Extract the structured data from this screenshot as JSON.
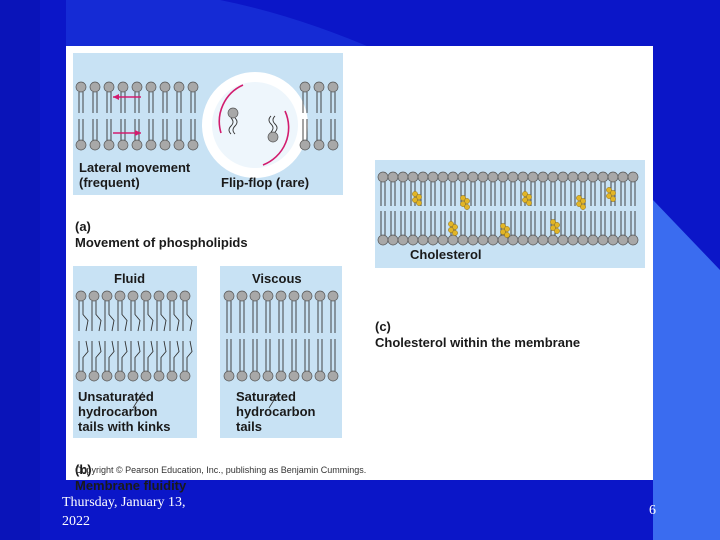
{
  "slide": {
    "date_line1": "Thursday, January 13,",
    "date_line2": "2022",
    "page_number": "6"
  },
  "colors": {
    "background": "#0b16c8",
    "accent_stripe": "#3a6cf0",
    "panel": "#c8e2f4",
    "head": "#a8a8a8",
    "cholesterol": "#e2b526",
    "arrow": "#d21c6e"
  },
  "figure": {
    "panel_a": {
      "letter": "(a)",
      "title": "Movement of phospholipids",
      "lateral_label": "Lateral movement\n(frequent)",
      "flipflop_label": "Flip-flop (rare)"
    },
    "panel_b": {
      "letter": "(b)",
      "title": "Membrane fluidity",
      "fluid_heading": "Fluid",
      "viscous_heading": "Viscous",
      "unsaturated_label": "Unsaturated\nhydrocarbon\ntails with kinks",
      "saturated_label": "Saturated\nhydrocarbon\ntails",
      "copyright": "Copyright © Pearson Education, Inc., publishing as Benjamin Cummings."
    },
    "panel_c": {
      "letter": "(c)",
      "title": "Cholesterol within the membrane",
      "cholesterol_label": "Cholesterol"
    }
  }
}
